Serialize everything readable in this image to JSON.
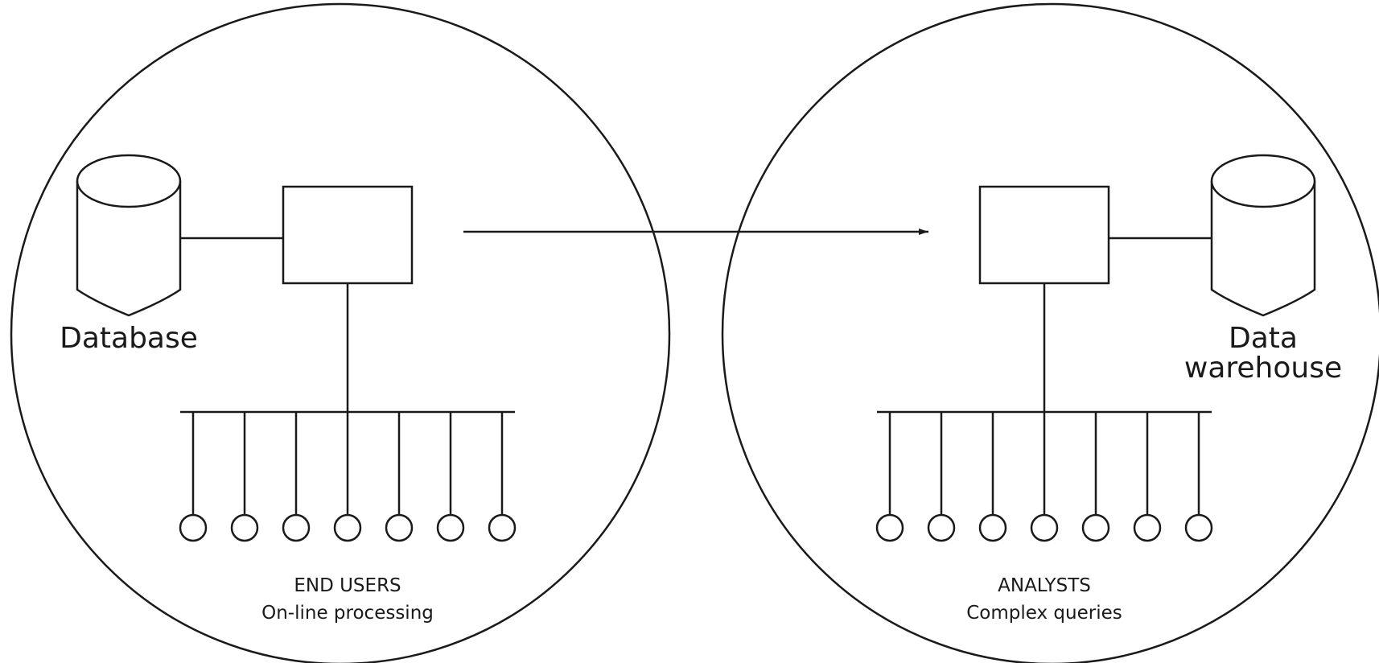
{
  "left_panel": {
    "store_label": "Database",
    "group_title": "END USERS",
    "group_subtitle": "On-line processing",
    "terminal_count": 7
  },
  "right_panel": {
    "store_label_line1": "Data",
    "store_label_line2": "warehouse",
    "group_title": "ANALYSTS",
    "group_subtitle": "Complex queries",
    "terminal_count": 7
  }
}
